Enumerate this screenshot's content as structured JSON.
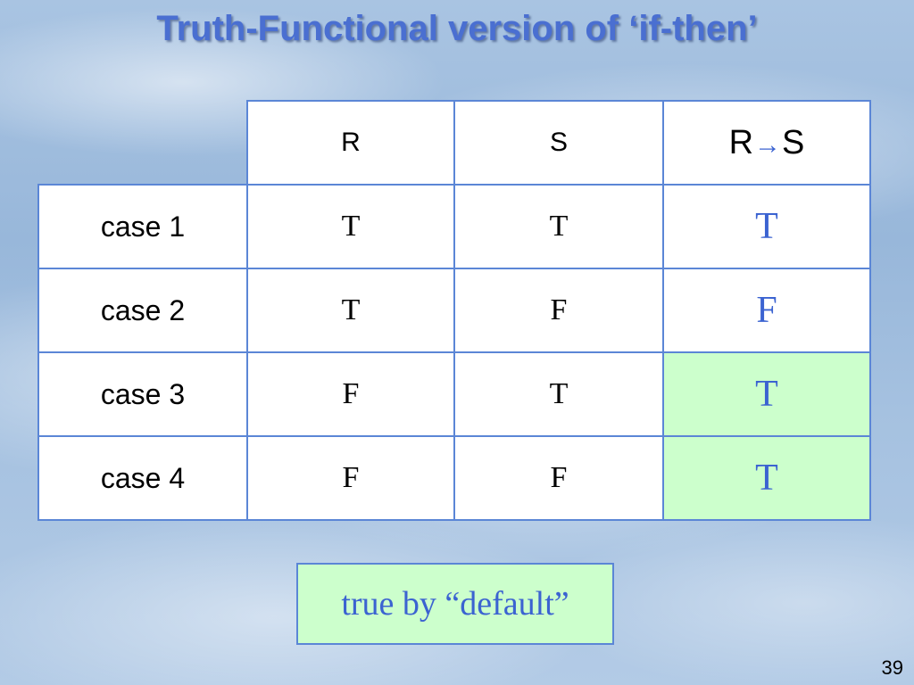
{
  "title": "Truth-Functional version of ‘if-then’",
  "colors": {
    "title": "#4a6fd1",
    "result": "#3b63d1",
    "highlight": "#ccffcc",
    "border": "#5b86d6"
  },
  "table": {
    "headers": {
      "r": "R",
      "s": "S",
      "cond_left": "R",
      "cond_arrow": "→",
      "cond_right": "S"
    },
    "rows": [
      {
        "label": "case 1",
        "r": "T",
        "s": "T",
        "result": "T",
        "highlighted": false
      },
      {
        "label": "case 2",
        "r": "T",
        "s": "F",
        "result": "F",
        "highlighted": false
      },
      {
        "label": "case 3",
        "r": "F",
        "s": "T",
        "result": "T",
        "highlighted": true
      },
      {
        "label": "case 4",
        "r": "F",
        "s": "F",
        "result": "T",
        "highlighted": true
      }
    ]
  },
  "note": "true by “default”",
  "page_number": "39"
}
